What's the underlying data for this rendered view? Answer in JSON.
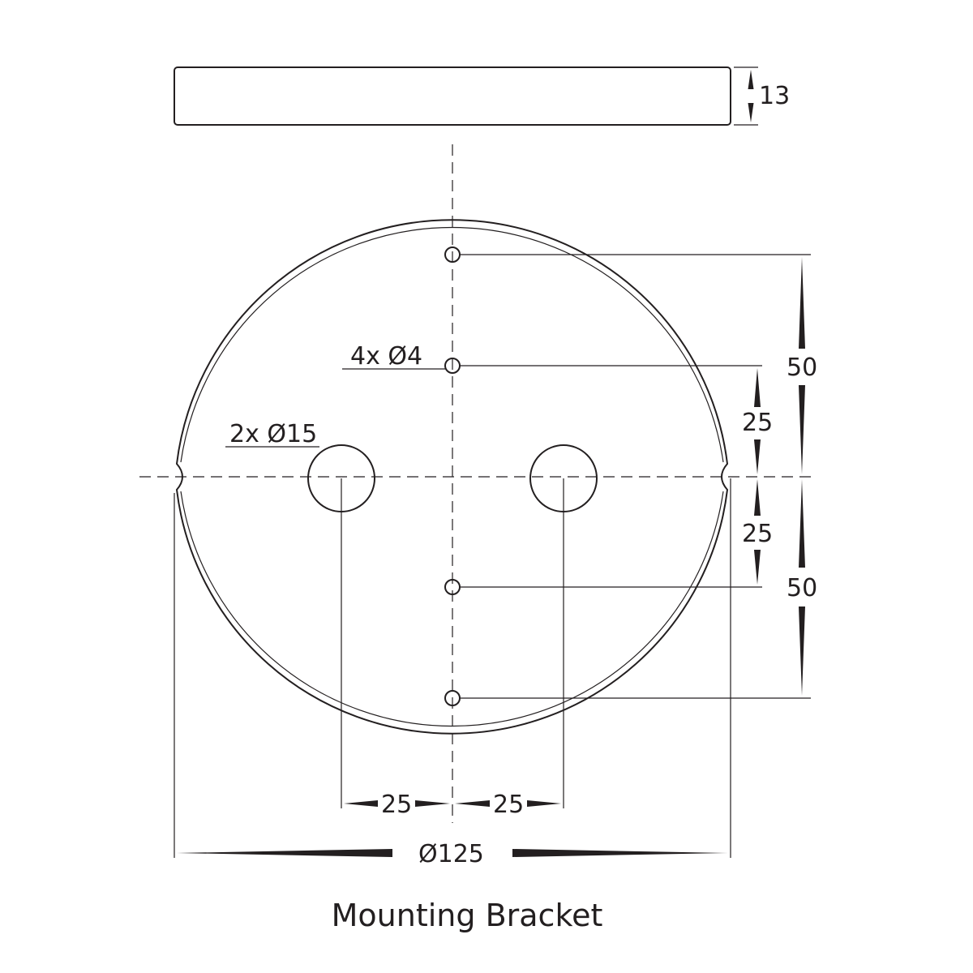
{
  "title": "Mounting Bracket",
  "labels": {
    "thickness": "13",
    "small_holes": "4x Ø4",
    "large_holes": "2x Ø15",
    "outer_span_top": "50",
    "inner_span_top": "25",
    "inner_span_bottom": "25",
    "outer_span_bottom": "50",
    "hole_offset_left": "25",
    "hole_offset_right": "25",
    "diameter": "Ø125"
  }
}
